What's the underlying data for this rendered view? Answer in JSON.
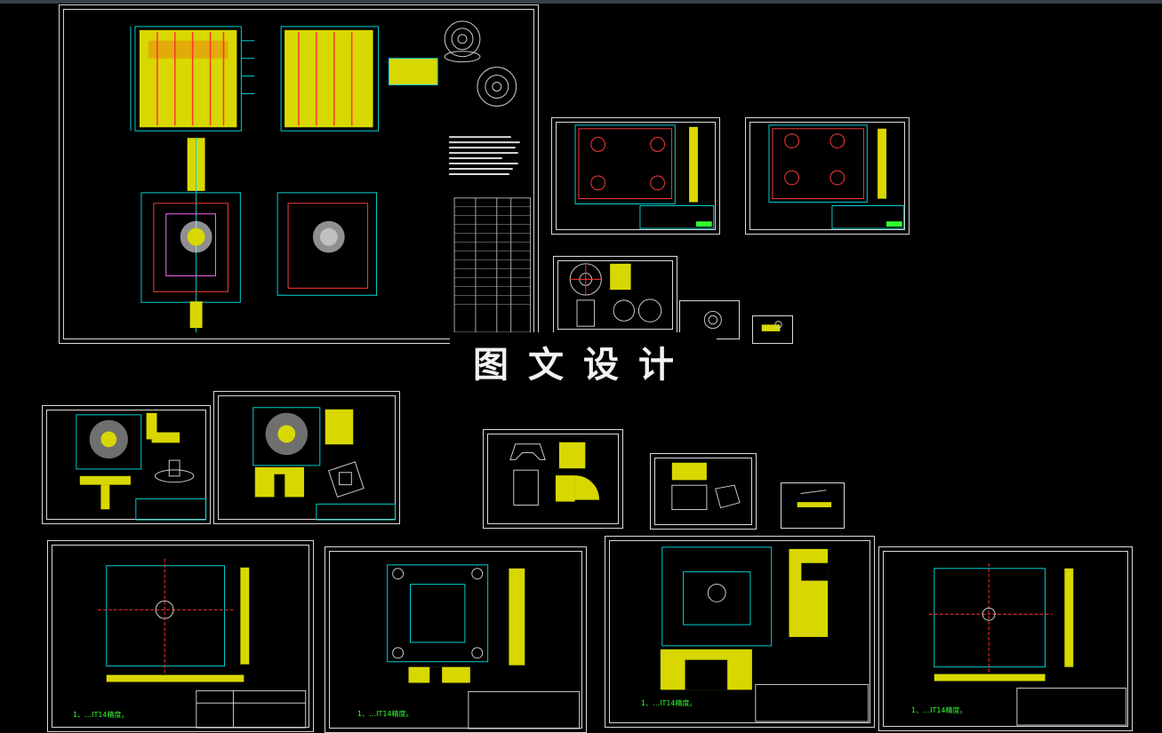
{
  "watermark": {
    "text": "图文设计"
  },
  "tech_note": {
    "prefix": "1、",
    "spec": "IT14",
    "tail": "精度。"
  },
  "sheets": [
    {
      "id": "assembly-drawing"
    },
    {
      "id": "plate-a"
    },
    {
      "id": "plate-b"
    },
    {
      "id": "product-views"
    },
    {
      "id": "small-part-1"
    },
    {
      "id": "small-part-2"
    },
    {
      "id": "core-insert-1"
    },
    {
      "id": "core-insert-2"
    },
    {
      "id": "slider-part"
    },
    {
      "id": "wedge-part"
    },
    {
      "id": "pin-part"
    },
    {
      "id": "bottom-plate-1"
    },
    {
      "id": "bottom-plate-2"
    },
    {
      "id": "bottom-plate-3"
    },
    {
      "id": "bottom-plate-4"
    }
  ]
}
